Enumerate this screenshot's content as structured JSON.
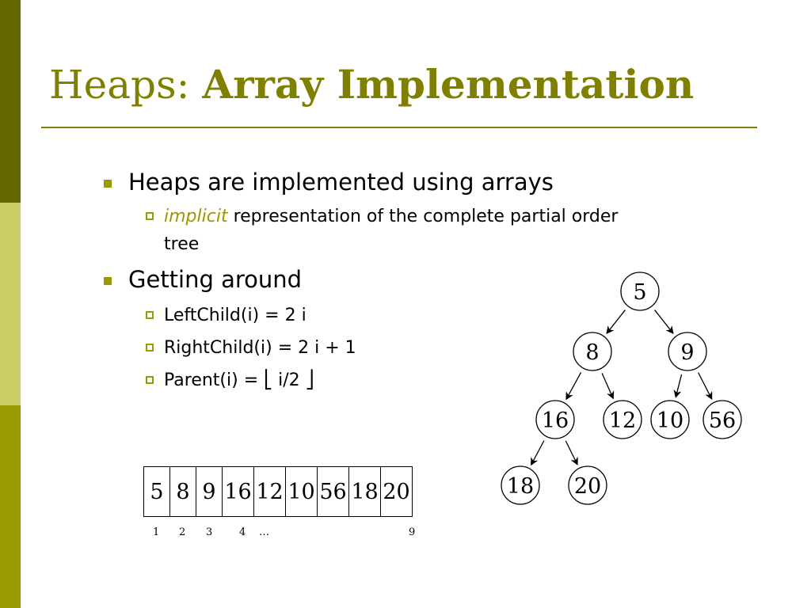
{
  "theme": {
    "accent": "#808000",
    "sidebar_dark": "#666600",
    "sidebar_light": "#cccc66",
    "sidebar_mid": "#999900",
    "bullet_color": "#999900",
    "implicit_color": "#999900"
  },
  "slide": {
    "title_plain": "Heaps:",
    "title_bold": "Array Implementation",
    "bullets": [
      {
        "text": "Heaps are implemented using arrays",
        "subs": [
          {
            "emph": "implicit",
            "text": " representation of the complete partial order",
            "text2": "tree"
          }
        ]
      },
      {
        "text": "Getting around",
        "subs": [
          {
            "text": "LeftChild(i) = 2 i"
          },
          {
            "text": "RightChild(i) = 2 i + 1"
          },
          {
            "text": "Parent(i) = ⎣ i/2 ⎦"
          }
        ]
      }
    ]
  },
  "tree": {
    "nodes": [
      "5",
      "8",
      "9",
      "16",
      "12",
      "10",
      "56",
      "18",
      "20"
    ]
  },
  "array": {
    "values": [
      "5",
      "8",
      "9",
      "16",
      "12",
      "10",
      "56",
      "18",
      "20"
    ],
    "indices": [
      "1",
      "2",
      "3",
      "4",
      "…",
      "9"
    ]
  }
}
